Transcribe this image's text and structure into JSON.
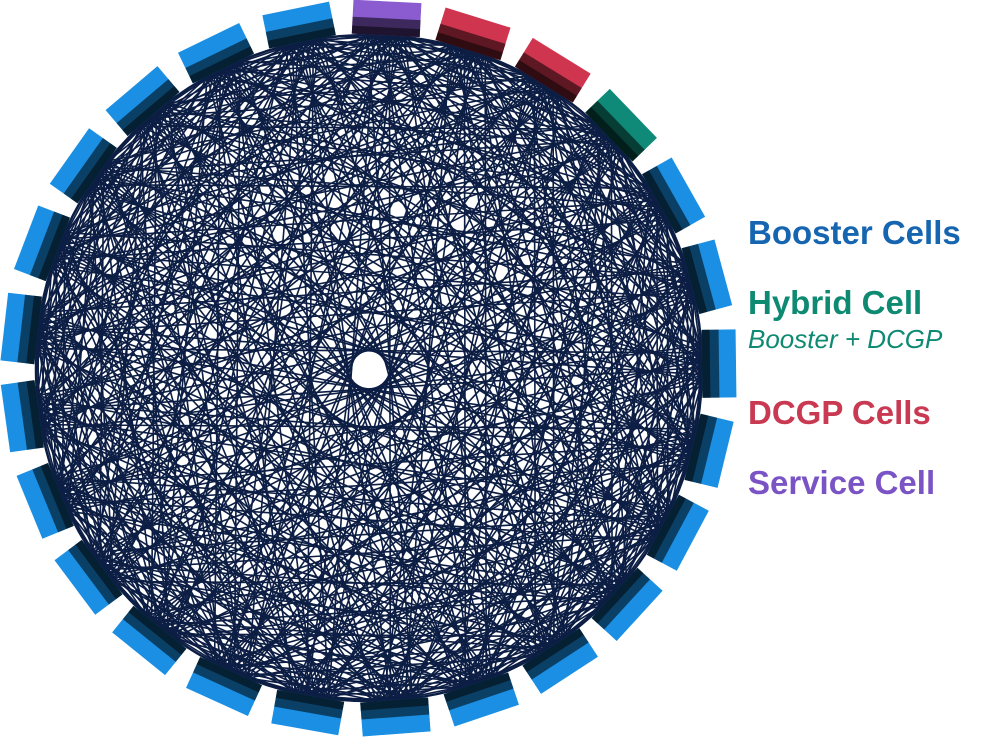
{
  "legend": {
    "booster": "Booster Cells",
    "hybrid": "Hybrid Cell",
    "hybrid_sub": "Booster + DCGP",
    "dcgp": "DCGP Cells",
    "service": "Service Cell"
  },
  "colors": {
    "booster": "#1a8fe3",
    "booster_text": "#1565b0",
    "hybrid": "#0f8a78",
    "hybrid_text": "#0f8a72",
    "dcgp": "#d0354f",
    "dcgp_text": "#c93a52",
    "service": "#8a5cd0",
    "service_text": "#7a54c4",
    "link": "#0d1e45"
  },
  "cells": [
    "service",
    "dcgp",
    "dcgp",
    "hybrid",
    "booster",
    "booster",
    "booster",
    "booster",
    "booster",
    "booster",
    "booster",
    "booster",
    "booster",
    "booster",
    "booster",
    "booster",
    "booster",
    "booster",
    "booster",
    "booster",
    "booster",
    "booster",
    "booster",
    "booster",
    "booster"
  ]
}
